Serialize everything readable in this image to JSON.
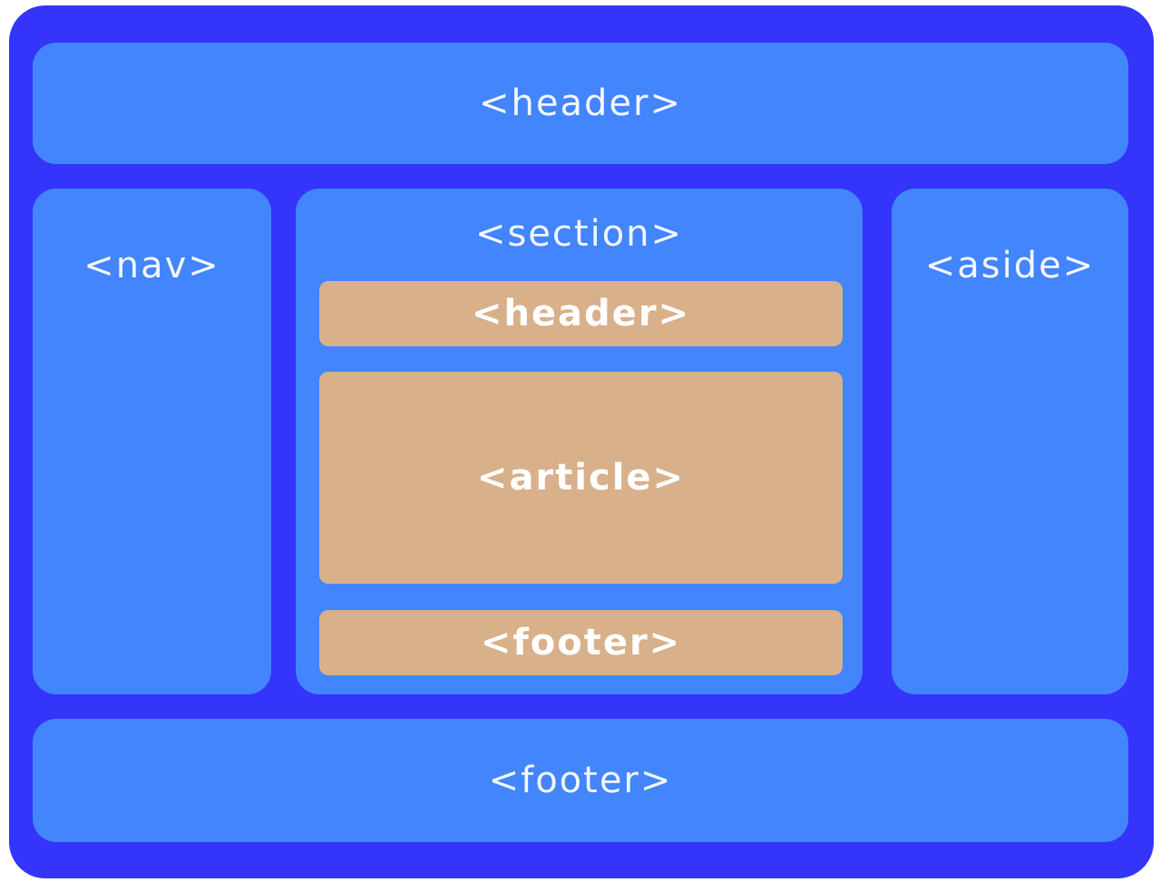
{
  "layout_diagram": {
    "page_header": "<header>",
    "nav": "<nav>",
    "section": {
      "label": "<section>",
      "header": "<header>",
      "article": "<article>",
      "footer": "<footer>"
    },
    "aside": "<aside>",
    "page_footer": "<footer>"
  },
  "colors": {
    "frame": "#3434fa",
    "region": "#4285fd",
    "inner_block": "#d8b08a",
    "text": "#f3f6ff"
  }
}
